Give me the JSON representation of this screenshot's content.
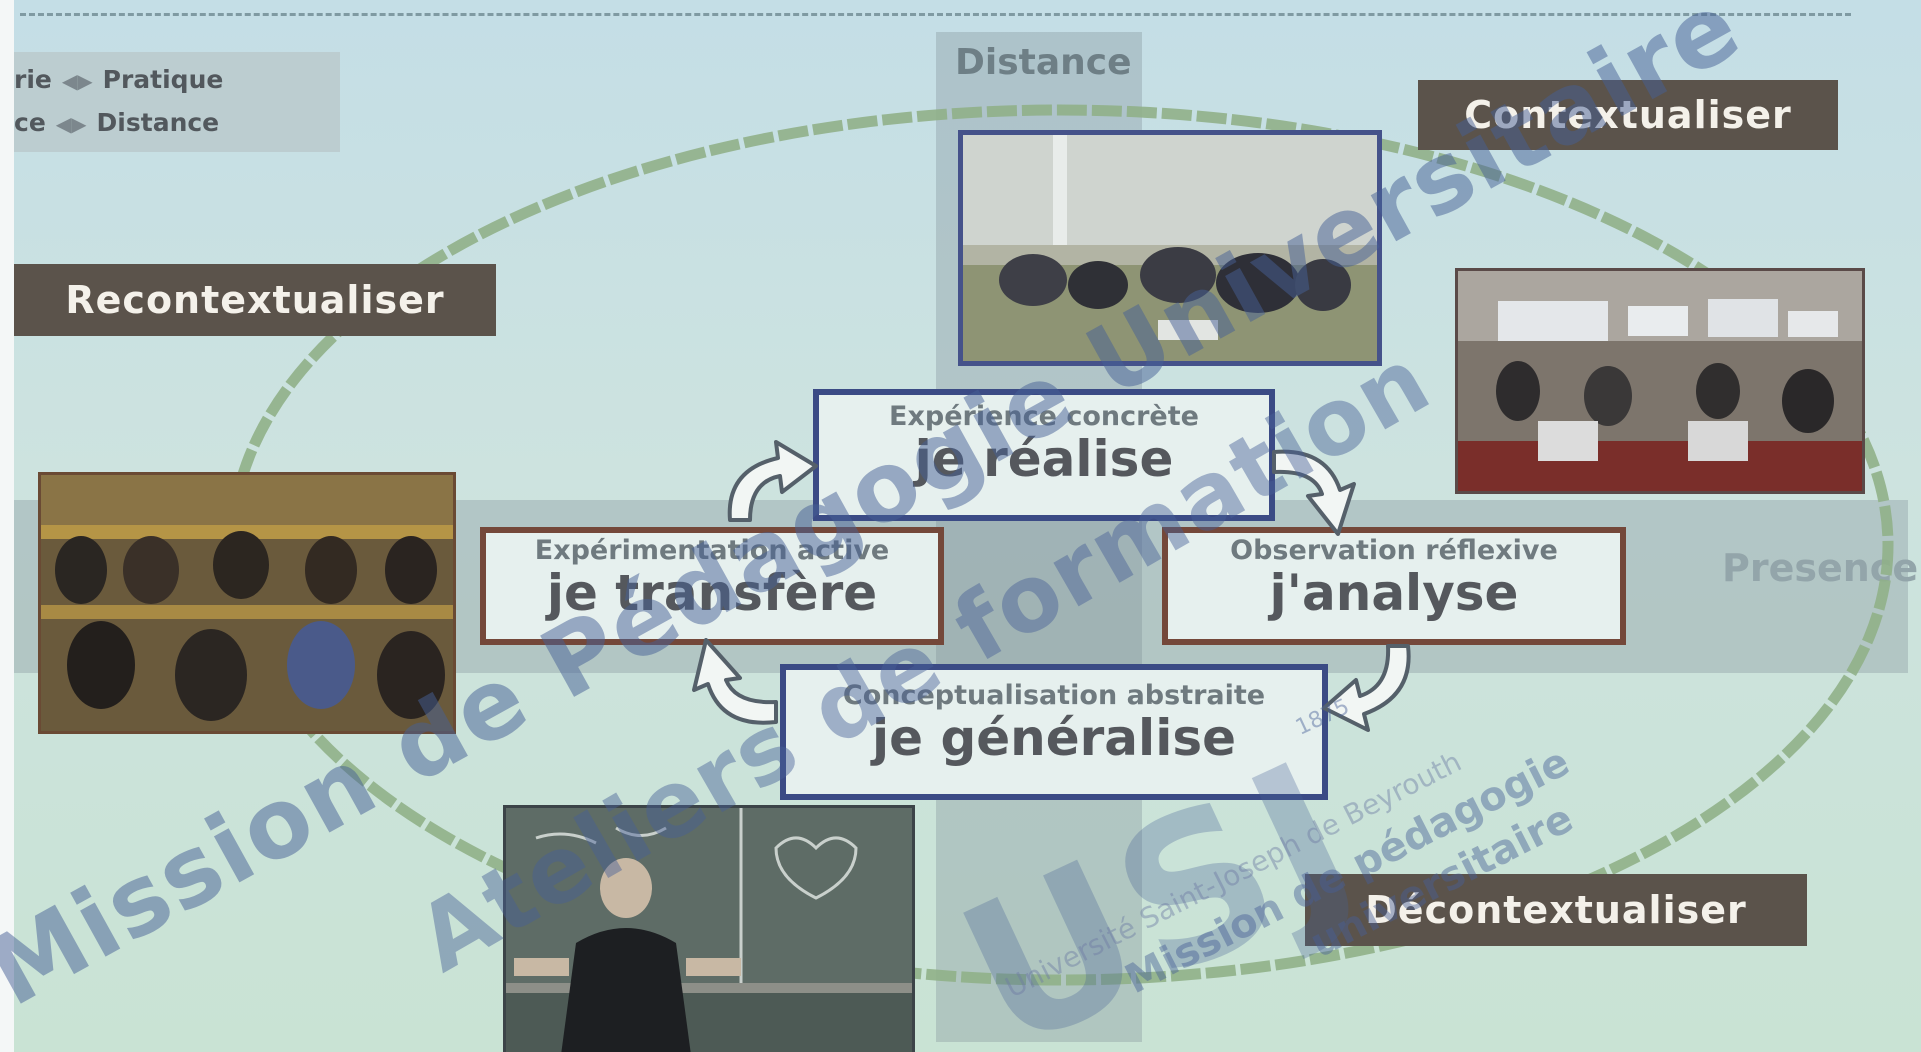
{
  "bands": {
    "vertical_label": "Distance",
    "horizontal_label": "Presence"
  },
  "legend": {
    "row1": {
      "left": "rie",
      "arrows": "◀▶",
      "right": "Pratique"
    },
    "row2": {
      "left": "ce",
      "arrows": "◀▶",
      "right": "Distance"
    }
  },
  "labels": {
    "contextualiser": "Contextualiser",
    "recontextualiser": "Recontextualiser",
    "decontextualiser": "Décontextualiser"
  },
  "cycle": {
    "top": {
      "title": "Expérience concrète",
      "main": "je réalise"
    },
    "left": {
      "title": "Expérimentation active",
      "main": "je transfère"
    },
    "right": {
      "title": "Observation réflexive",
      "main": "j'analyse"
    },
    "bottom": {
      "title": "Conceptualisation abstraite",
      "main": "je généralise"
    }
  },
  "watermark": {
    "line1": "Mission de Pédagogie Universitaire",
    "line2": "Ateliers de formation",
    "logo": "USJ",
    "year": "1875",
    "university": "Université Saint-Joseph de Beyrouth",
    "mission": "Mission de pédagogie",
    "mission2": "universitaire"
  },
  "colors": {
    "label_bg": "#5b534b",
    "box_blue_border": "#3b4b85",
    "box_brown_border": "#74483a",
    "ellipse": "#90b088",
    "watermark": "#465f96"
  },
  "icons": {
    "cycle_arrows": "curved-arrow-icon"
  }
}
